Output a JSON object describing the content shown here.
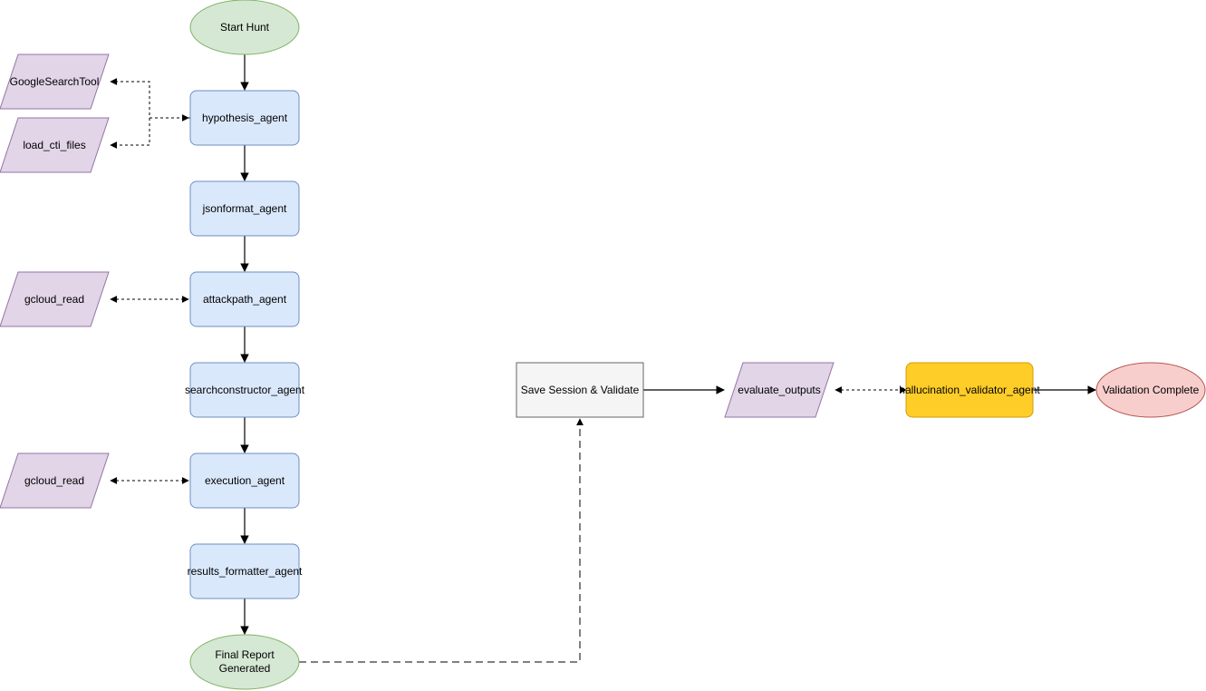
{
  "colors": {
    "terminal_fill": "#d5e8d4",
    "terminal_stroke": "#82b366",
    "agent_fill": "#dae8fc",
    "agent_stroke": "#6c8ebf",
    "tool_fill": "#e1d5e7",
    "tool_stroke": "#9673a6",
    "process_fill": "#f5f5f5",
    "process_stroke": "#666666",
    "validator_fill": "#ffcd28",
    "validator_stroke": "#d79b00",
    "end_fill": "#f8cecc",
    "end_stroke": "#b85450",
    "edge": "#000000"
  },
  "nodes": {
    "start_hunt": "Start Hunt",
    "hypothesis_agent": "hypothesis_agent",
    "jsonformat_agent": "jsonformat_agent",
    "attackpath_agent": "attackpath_agent",
    "searchconstructor_agent": "searchconstructor_agent",
    "execution_agent": "execution_agent",
    "results_formatter_agent": "results_formatter_agent",
    "final_report": "Final Report Generated",
    "google_search_tool": "GoogleSearchTool",
    "load_cti_files": "load_cti_files",
    "gcloud_read_1": "gcloud_read",
    "gcloud_read_2": "gcloud_read",
    "save_session": "Save Session & Validate",
    "evaluate_outputs": "evaluate_outputs",
    "hallucination_validator_agent": "hallucination_validator_agent",
    "validation_complete": "Validation Complete"
  }
}
